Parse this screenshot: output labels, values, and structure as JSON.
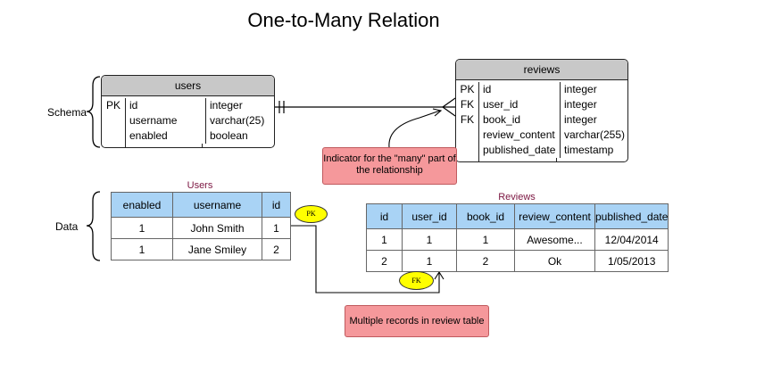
{
  "title": "One-to-Many Relation",
  "labels": {
    "schema": "Schema",
    "data": "Data"
  },
  "users_entity": {
    "name": "users",
    "fields": [
      {
        "key": "PK",
        "name": "id",
        "type": "integer"
      },
      {
        "key": "",
        "name": "username",
        "type": "varchar(25)"
      },
      {
        "key": "",
        "name": "enabled",
        "type": "boolean"
      }
    ]
  },
  "reviews_entity": {
    "name": "reviews",
    "fields": [
      {
        "key": "PK",
        "name": "id",
        "type": "integer"
      },
      {
        "key": "FK",
        "name": "user_id",
        "type": "integer"
      },
      {
        "key": "FK",
        "name": "book_id",
        "type": "integer"
      },
      {
        "key": "",
        "name": "review_content",
        "type": "varchar(255)"
      },
      {
        "key": "",
        "name": "published_date",
        "type": "timestamp"
      }
    ]
  },
  "users_table": {
    "caption": "Users",
    "headers": [
      "enabled",
      "username",
      "id"
    ],
    "rows": [
      [
        "1",
        "John Smith",
        "1"
      ],
      [
        "1",
        "Jane Smiley",
        "2"
      ]
    ]
  },
  "reviews_table": {
    "caption": "Reviews",
    "headers": [
      "id",
      "user_id",
      "book_id",
      "review_content",
      "published_date"
    ],
    "rows": [
      [
        "1",
        "1",
        "1",
        "Awesome...",
        "12/04/2014"
      ],
      [
        "2",
        "1",
        "2",
        "Ok",
        "1/05/2013"
      ]
    ]
  },
  "notes": {
    "many_indicator": "Indicator for the \"many\" part of the relationship",
    "multiple_records": "Multiple records in review table"
  },
  "badges": {
    "pk": "PK",
    "fk": "FK"
  },
  "colors": {
    "entity_header": "#c8c8c8",
    "table_header": "#a9d3f5",
    "caption": "#7b1540",
    "note_fill": "#f5989b",
    "badge_fill": "#ffff00"
  }
}
